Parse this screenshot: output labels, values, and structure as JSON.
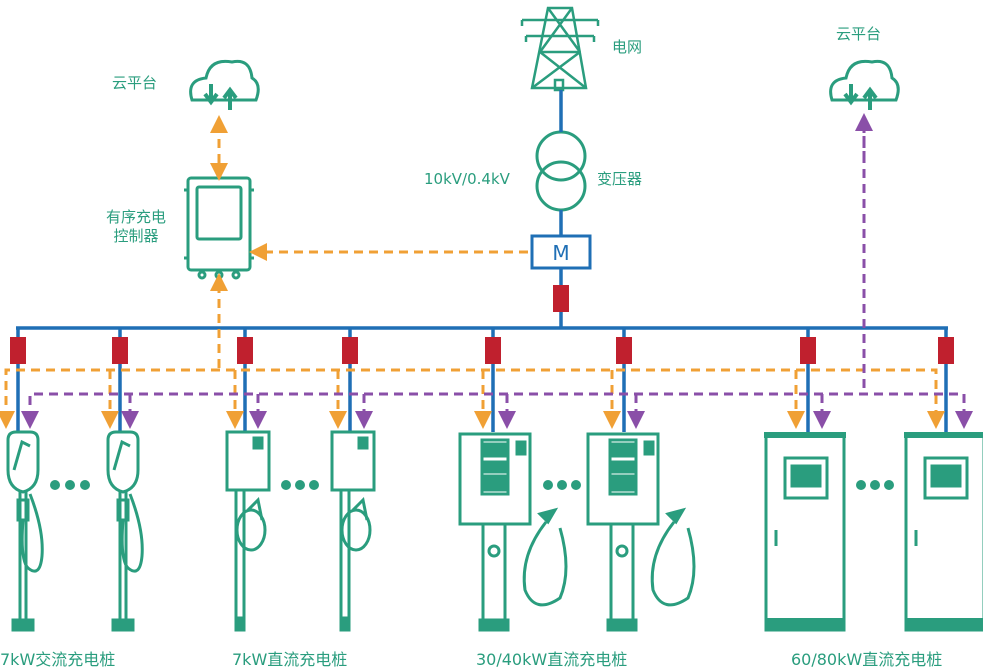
{
  "labels": {
    "cloud_left": "云平台",
    "cloud_right": "云平台",
    "grid": "电网",
    "voltage": "10kV/0.4kV",
    "transformer": "变压器",
    "controller_line1": "有序充电",
    "controller_line2": "控制器",
    "meter": "M"
  },
  "groups": [
    {
      "caption": "7kW交流充电桩"
    },
    {
      "caption": "7kW直流充电桩"
    },
    {
      "caption": "30/40kW直流充电桩"
    },
    {
      "caption": "60/80kW直流充电桩"
    }
  ],
  "colors": {
    "accent": "#2a9d7e",
    "bus": "#1f6fb5",
    "fuse": "#c0202e",
    "power_signal": "#f0a035",
    "data_signal": "#8a4fa8"
  },
  "icons": [
    "cloud-icon",
    "transmission-tower-icon",
    "transformer-icon",
    "meter-icon",
    "controller-icon",
    "breaker-icon",
    "ac-charger-icon",
    "dc-wallbox-icon",
    "dc-pedestal-icon",
    "dc-cabinet-icon",
    "ellipsis-icon"
  ]
}
